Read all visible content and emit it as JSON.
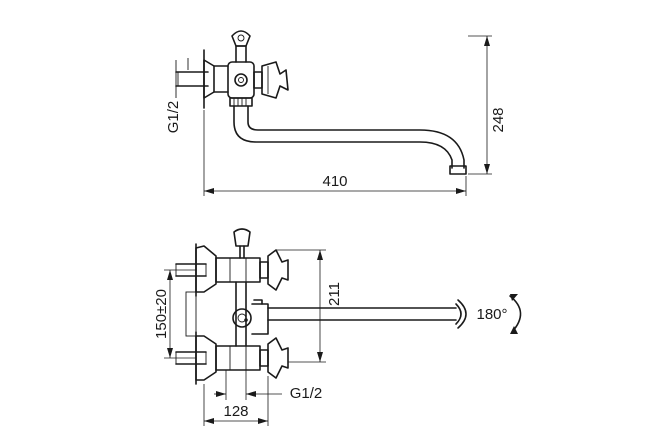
{
  "top_view": {
    "dim_width": "410",
    "dim_height": "248",
    "thread": "G1/2"
  },
  "front_view": {
    "dim_centers": "150±20",
    "dim_height": "211",
    "dim_width": "128",
    "thread": "G1/2",
    "rotation": "180°"
  }
}
